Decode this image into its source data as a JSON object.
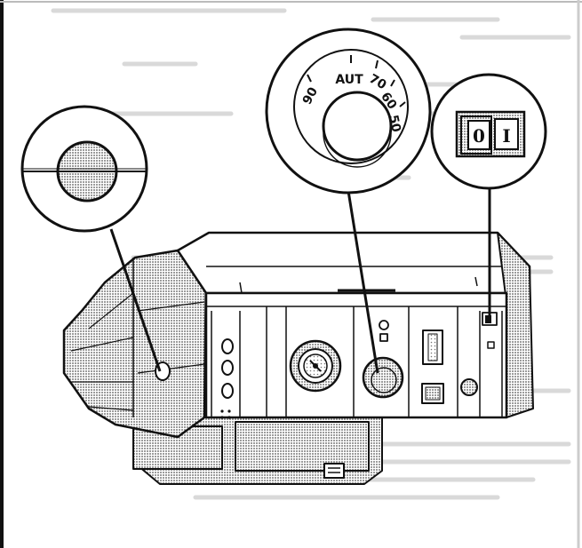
{
  "dial": {
    "labels": [
      {
        "key": "l90",
        "text": "90"
      },
      {
        "key": "laut",
        "text": "AUT"
      },
      {
        "key": "l70",
        "text": "70"
      },
      {
        "key": "l60",
        "text": "60"
      },
      {
        "key": "l50",
        "text": "50"
      }
    ]
  },
  "switch": {
    "off_label": "0",
    "on_label": "I"
  },
  "colors": {
    "line": "#111111",
    "paper": "#ffffff",
    "shade": "#bdbdbd"
  }
}
